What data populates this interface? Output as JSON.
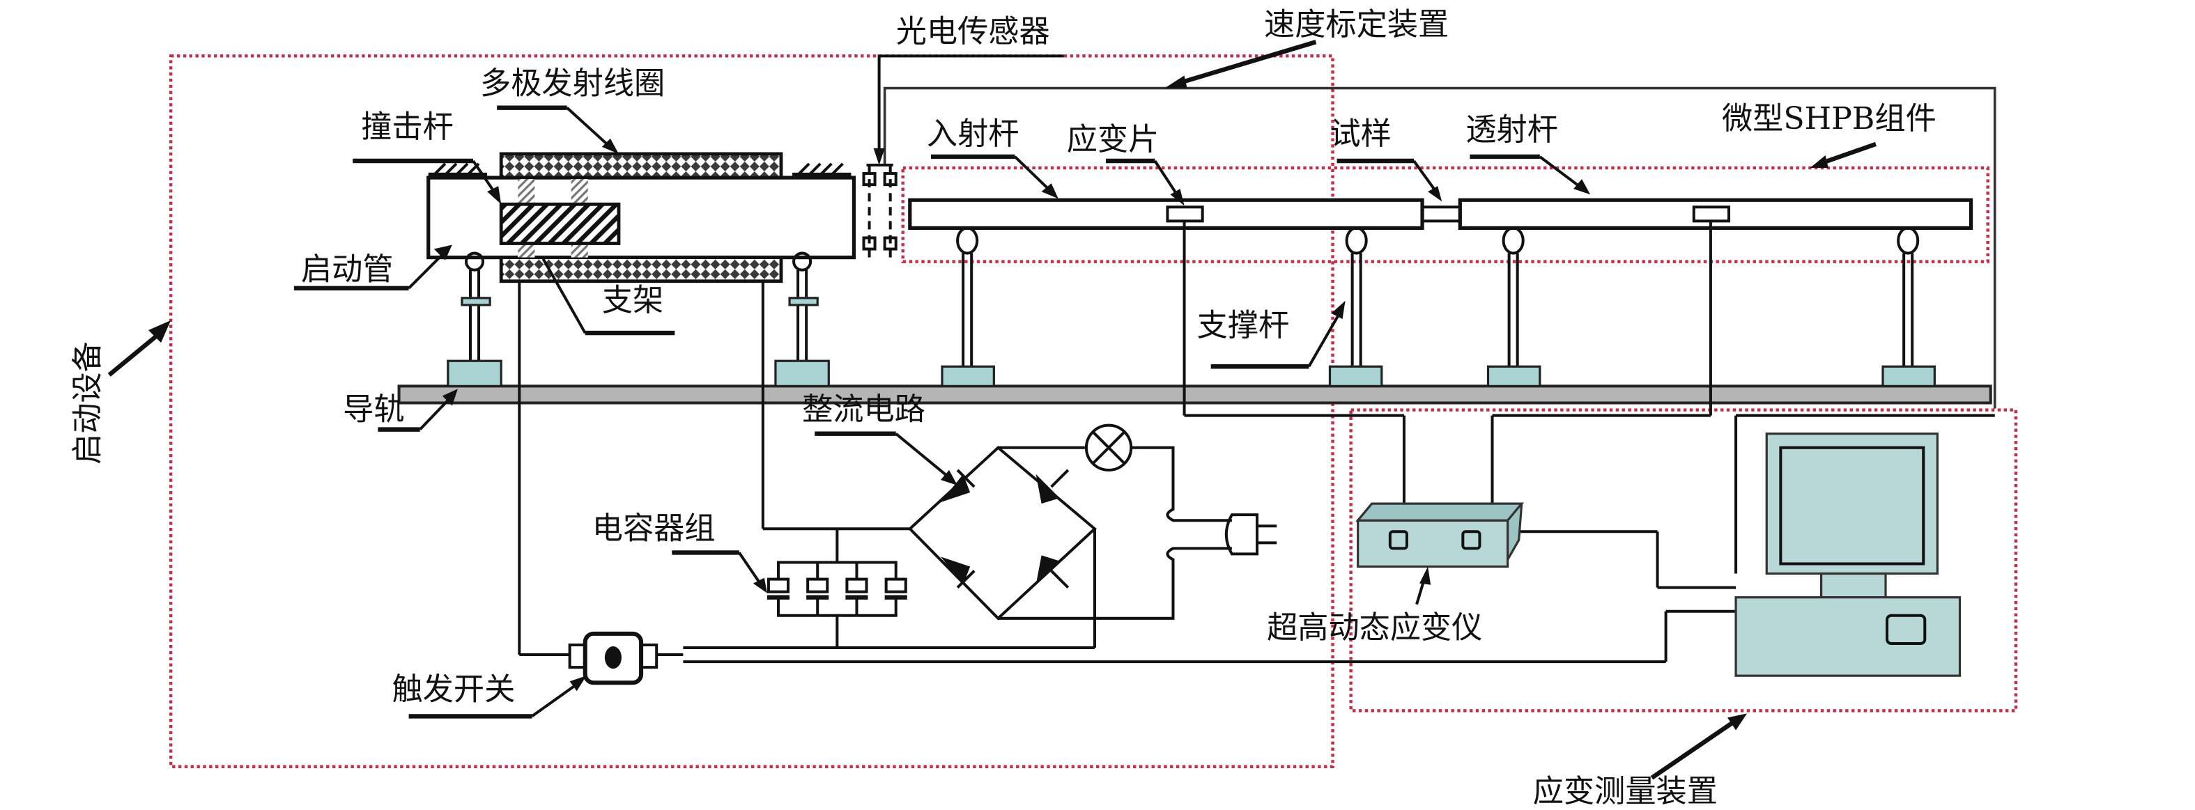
{
  "figure": {
    "title": "Micro SHPB electromagnetic launch experimental setup schematic",
    "groups": {
      "launch_device": "启动设备",
      "velocity_calibration": "速度标定装置",
      "micro_shpb_assembly": "微型SHPB组件",
      "strain_measurement": "应变测量装置"
    },
    "labels": {
      "photoelectric_sensor": "光电传感器",
      "multistage_coil": "多极发射线圈",
      "striker_bar": "撞击杆",
      "launch_tube": "启动管",
      "bracket": "支架",
      "guide_rail": "导轨",
      "rectifier_circuit": "整流电路",
      "capacitor_bank": "电容器组",
      "trigger_switch": "触发开关",
      "incident_bar": "入射杆",
      "strain_gauge": "应变片",
      "specimen": "试样",
      "transmitted_bar": "透射杆",
      "support_rod": "支撑杆",
      "dynamic_strain_meter": "超高动态应变仪"
    },
    "colors": {
      "group_outline": "#c0304a",
      "device_fill": "#b8d8d8",
      "rail_fill": "#b5b5b5",
      "line": "#111111"
    }
  }
}
